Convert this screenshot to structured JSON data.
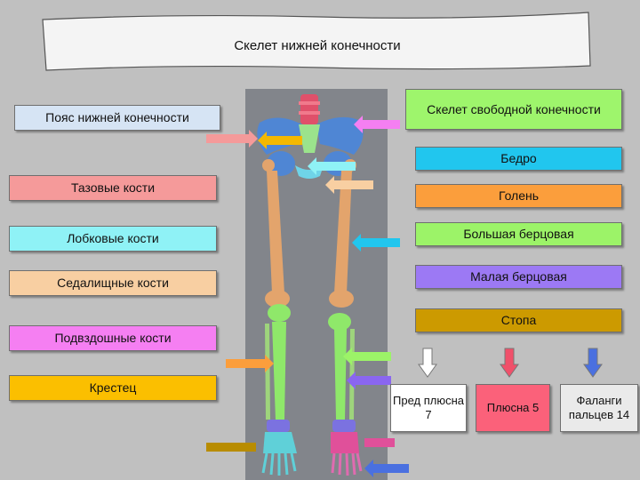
{
  "title": "Скелет нижней конечности",
  "left_boxes": [
    {
      "label": "Пояс нижней конечности",
      "color": "#d6e4f4"
    },
    {
      "label": "Тазовые кости",
      "color": "#f59a9a"
    },
    {
      "label": "Лобковые кости",
      "color": "#8ff2f6"
    },
    {
      "label": "Седалищные кости",
      "color": "#f8cfa2"
    },
    {
      "label": "Подвздошные кости",
      "color": "#f57ff2"
    },
    {
      "label": "Крестец",
      "color": "#fbbf00"
    }
  ],
  "right_boxes": [
    {
      "label": "Скелет свободной конечности",
      "color": "#9ef56c"
    },
    {
      "label": "Бедро",
      "color": "#21c6ee"
    },
    {
      "label": "Голень",
      "color": "#fb9e3c"
    },
    {
      "label": "Большая берцовая",
      "color": "#9cf368"
    },
    {
      "label": "Малая берцовая",
      "color": "#9c79f4"
    },
    {
      "label": "Стопа",
      "color": "#cc9a00"
    }
  ],
  "foot_boxes": [
    {
      "label": "Пред плюсна 7",
      "color": "#ffffff"
    },
    {
      "label": "Плюсна 5",
      "color": "#fb617a"
    },
    {
      "label": "Фаланги пальцев 14",
      "color": "#eaeaea"
    }
  ],
  "foot_arrow_colors": [
    "#ffffff",
    "#f0506a",
    "#4a70e0"
  ]
}
